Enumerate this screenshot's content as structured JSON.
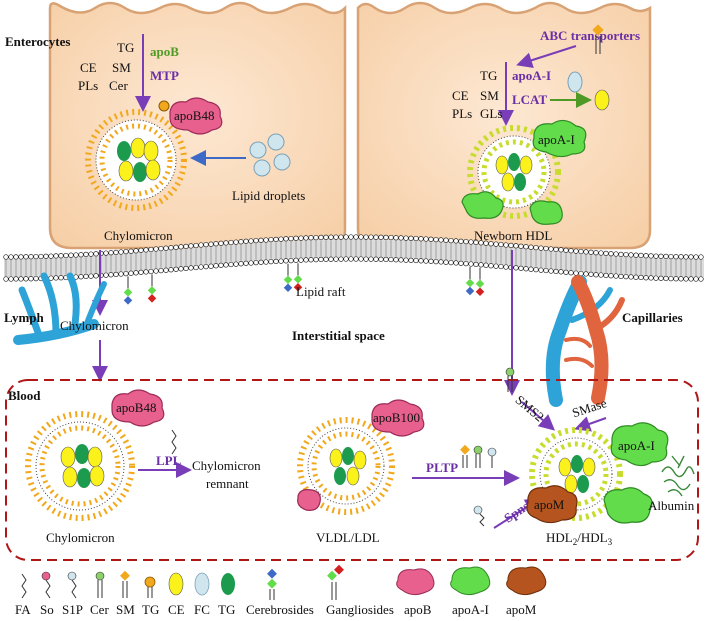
{
  "regions": {
    "enterocytes": "Enterocytes",
    "lymph": "Lymph",
    "interstitial": "Interstitial space",
    "capillaries": "Capillaries",
    "blood": "Blood"
  },
  "left_cell": {
    "tg": "TG",
    "ce": "CE",
    "sm": "SM",
    "pls": "PLs",
    "cer": "Cer",
    "apob": "apoB",
    "mtp": "MTP",
    "apob48": "apoB48",
    "droplets": "Lipid droplets",
    "particle": "Chylomicron"
  },
  "right_cell": {
    "abc": "ABC transporters",
    "tg": "TG",
    "apoa1": "apoA-I",
    "ce": "CE",
    "sm": "SM",
    "lcat": "LCAT",
    "pls": "PLs",
    "gls": "GLs",
    "apoa1_blob": "apoA-I",
    "particle": "Newborn HDL"
  },
  "membrane": {
    "raft": "Lipid raft"
  },
  "lymph_particle": "Chylomicron",
  "blood": {
    "chylo_apob48": "apoB48",
    "chylo_label": "Chylomicron",
    "lpl": "LPL",
    "remnant_1": "Chylomicron",
    "remnant_2": "remnant",
    "vldl_apob100": "apoB100",
    "vldl_label": "VLDL/LDL",
    "pltp": "PLTP",
    "sms2": "SMS2",
    "smase": "SMase",
    "spns2": "Spns2",
    "hdl_apoa1": "apoA-I",
    "hdl_apom": "apoM",
    "albumin": "Albumin",
    "hdl_label_main": "HDL",
    "hdl_sub2": "2",
    "hdl_sep": "/HDL",
    "hdl_sub3": "3"
  },
  "legend": [
    "FA",
    "So",
    "S1P",
    "Cer",
    "SM",
    "TG",
    "CE",
    "FC",
    "TG",
    "Cerebrosides",
    "Gangliosides",
    "apoB",
    "apoA-I",
    "apoM"
  ],
  "colors": {
    "cell_fill": "#fbdcc0",
    "cell_stroke": "#d9a274",
    "phospholipid_head": "#f2a81d",
    "green_head": "#c8dc2e",
    "ce_yellow": "#fbf11b",
    "tg_green": "#1c9b4e",
    "fc_blue": "#cfe6ee",
    "apob_pink": "#e8608e",
    "apoa1_green": "#62dc4a",
    "apom_brown": "#b5541e",
    "arrow_purple": "#7a3db8",
    "arrow_blue": "#3d69c7",
    "arrow_green": "#4e9a24",
    "blood_border": "#b01818",
    "lymph_blue": "#2ea3d8",
    "capillary_red": "#e0653f"
  }
}
